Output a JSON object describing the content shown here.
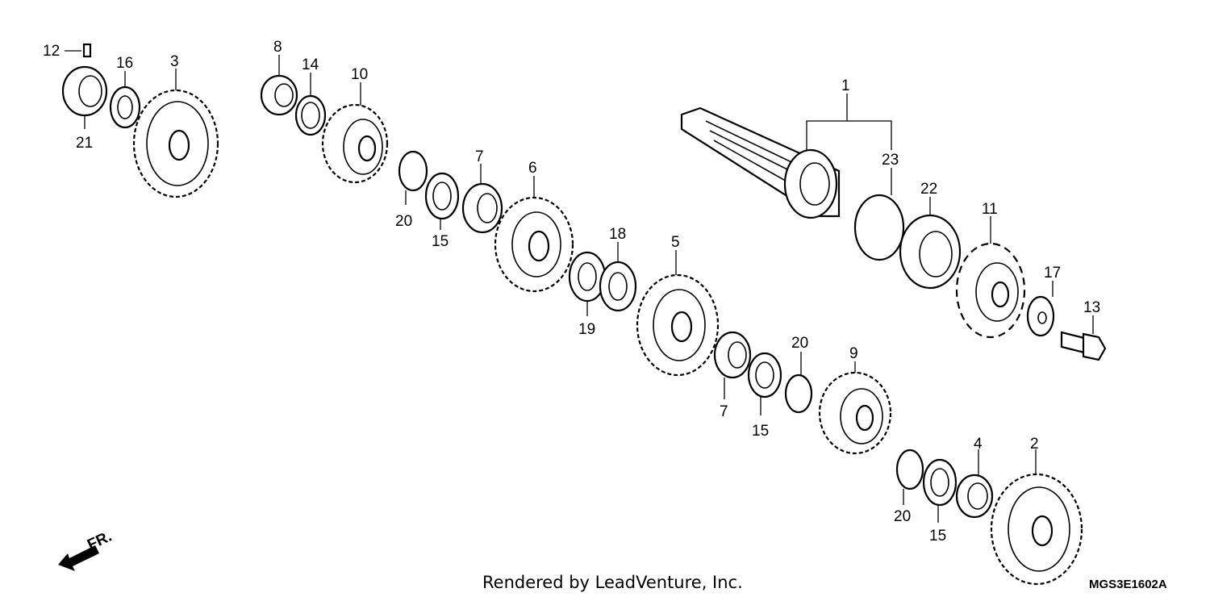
{
  "diagram": {
    "callouts": [
      {
        "num": "1"
      },
      {
        "num": "2"
      },
      {
        "num": "3"
      },
      {
        "num": "4"
      },
      {
        "num": "5"
      },
      {
        "num": "6"
      },
      {
        "num": "7"
      },
      {
        "num": "7"
      },
      {
        "num": "8"
      },
      {
        "num": "9"
      },
      {
        "num": "10"
      },
      {
        "num": "11"
      },
      {
        "num": "12"
      },
      {
        "num": "13"
      },
      {
        "num": "14"
      },
      {
        "num": "15"
      },
      {
        "num": "15"
      },
      {
        "num": "15"
      },
      {
        "num": "16"
      },
      {
        "num": "17"
      },
      {
        "num": "18"
      },
      {
        "num": "19"
      },
      {
        "num": "20"
      },
      {
        "num": "20"
      },
      {
        "num": "20"
      },
      {
        "num": "21"
      },
      {
        "num": "22"
      },
      {
        "num": "23"
      }
    ],
    "front_arrow": "FR."
  },
  "footer": {
    "credit": "Rendered by LeadVenture, Inc.",
    "code": "MGS3E1602A"
  }
}
